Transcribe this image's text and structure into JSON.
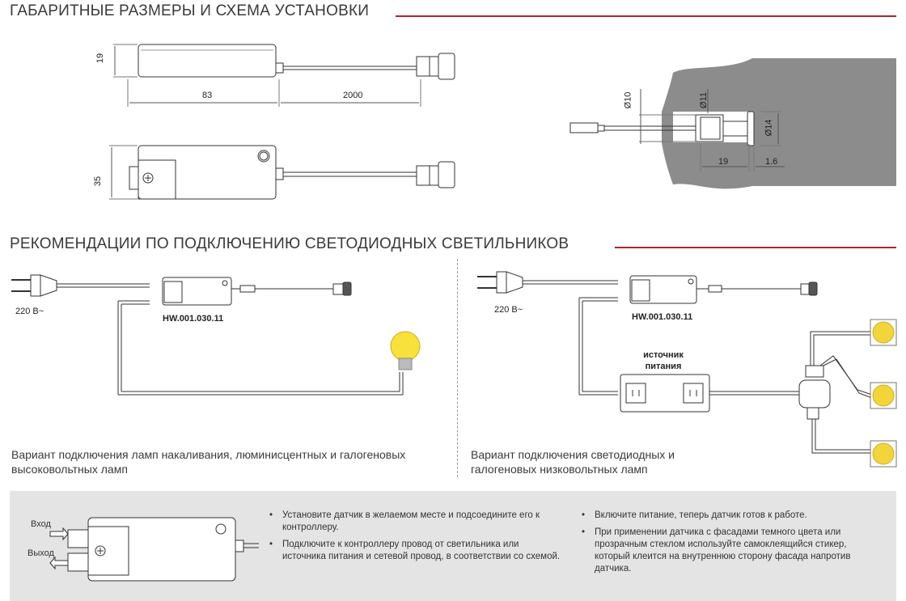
{
  "headings": {
    "dimensions": "ГАБАРИТНЫЕ РАЗМЕРЫ И СХЕМА УСТАНОВКИ",
    "recommendations": "РЕКОМЕНДАЦИИ ПО ПОДКЛЮЧЕНИЮ СВЕТОДИОДНЫХ СВЕТИЛЬНИКОВ"
  },
  "dimensions": {
    "height": "19",
    "length": "83",
    "cable": "2000",
    "width": "35",
    "d10": "Ø10",
    "d11": "Ø11",
    "d14": "Ø14",
    "depth": "19",
    "flange": "1.6"
  },
  "wiring_left": {
    "voltage": "220 В~",
    "model": "HW.001.030.11",
    "caption": "Вариант подключения ламп накаливания, люминисцентных и галогеновых высоковольтных ламп"
  },
  "wiring_right": {
    "voltage": "220 В~",
    "model": "HW.001.030.11",
    "power_supply": "источник питания",
    "caption": "Вариант подключения светодиодных и галогеновых низковольтных ламп"
  },
  "io": {
    "input": "Вход",
    "output": "Выход"
  },
  "notes_left": [
    "Установите датчик в желаемом месте и подсоедините его к контроллеру.",
    "Подключите к контроллеру провод от светильника или источника питания  и сетевой провод, в соответствии со схемой."
  ],
  "notes_right": [
    "Включите питание, теперь  датчик готов к работе.",
    "При применении датчика с фасадами темного цвета или прозрачным стеклом используйте самоклеящийся стикер, который клеится на внутреннюю сторону фасада напротив датчика."
  ],
  "colors": {
    "accent": "#b2232f",
    "bulb": "#f7e13a",
    "led": "#f3d43a",
    "wall": "#8c8c8c",
    "panel": "#e4e4e4"
  }
}
